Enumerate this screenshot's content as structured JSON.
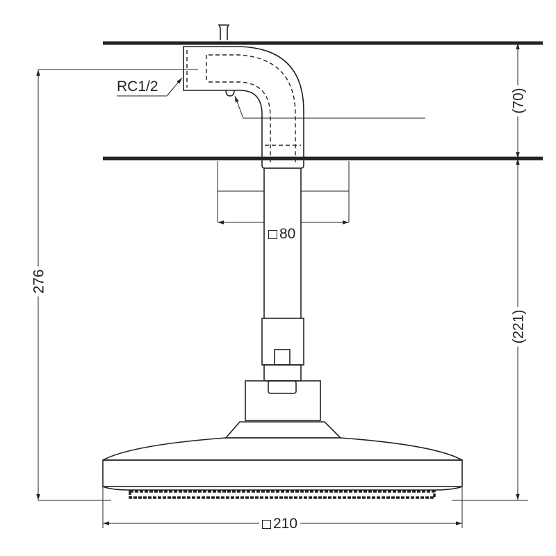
{
  "drawing": {
    "thread_label": "RC1/2",
    "escutcheon_size": "80",
    "overall_height": "276",
    "ceiling_thickness": "(70)",
    "drop_height": "(221)",
    "head_size": "210",
    "line_color": "#222222"
  }
}
